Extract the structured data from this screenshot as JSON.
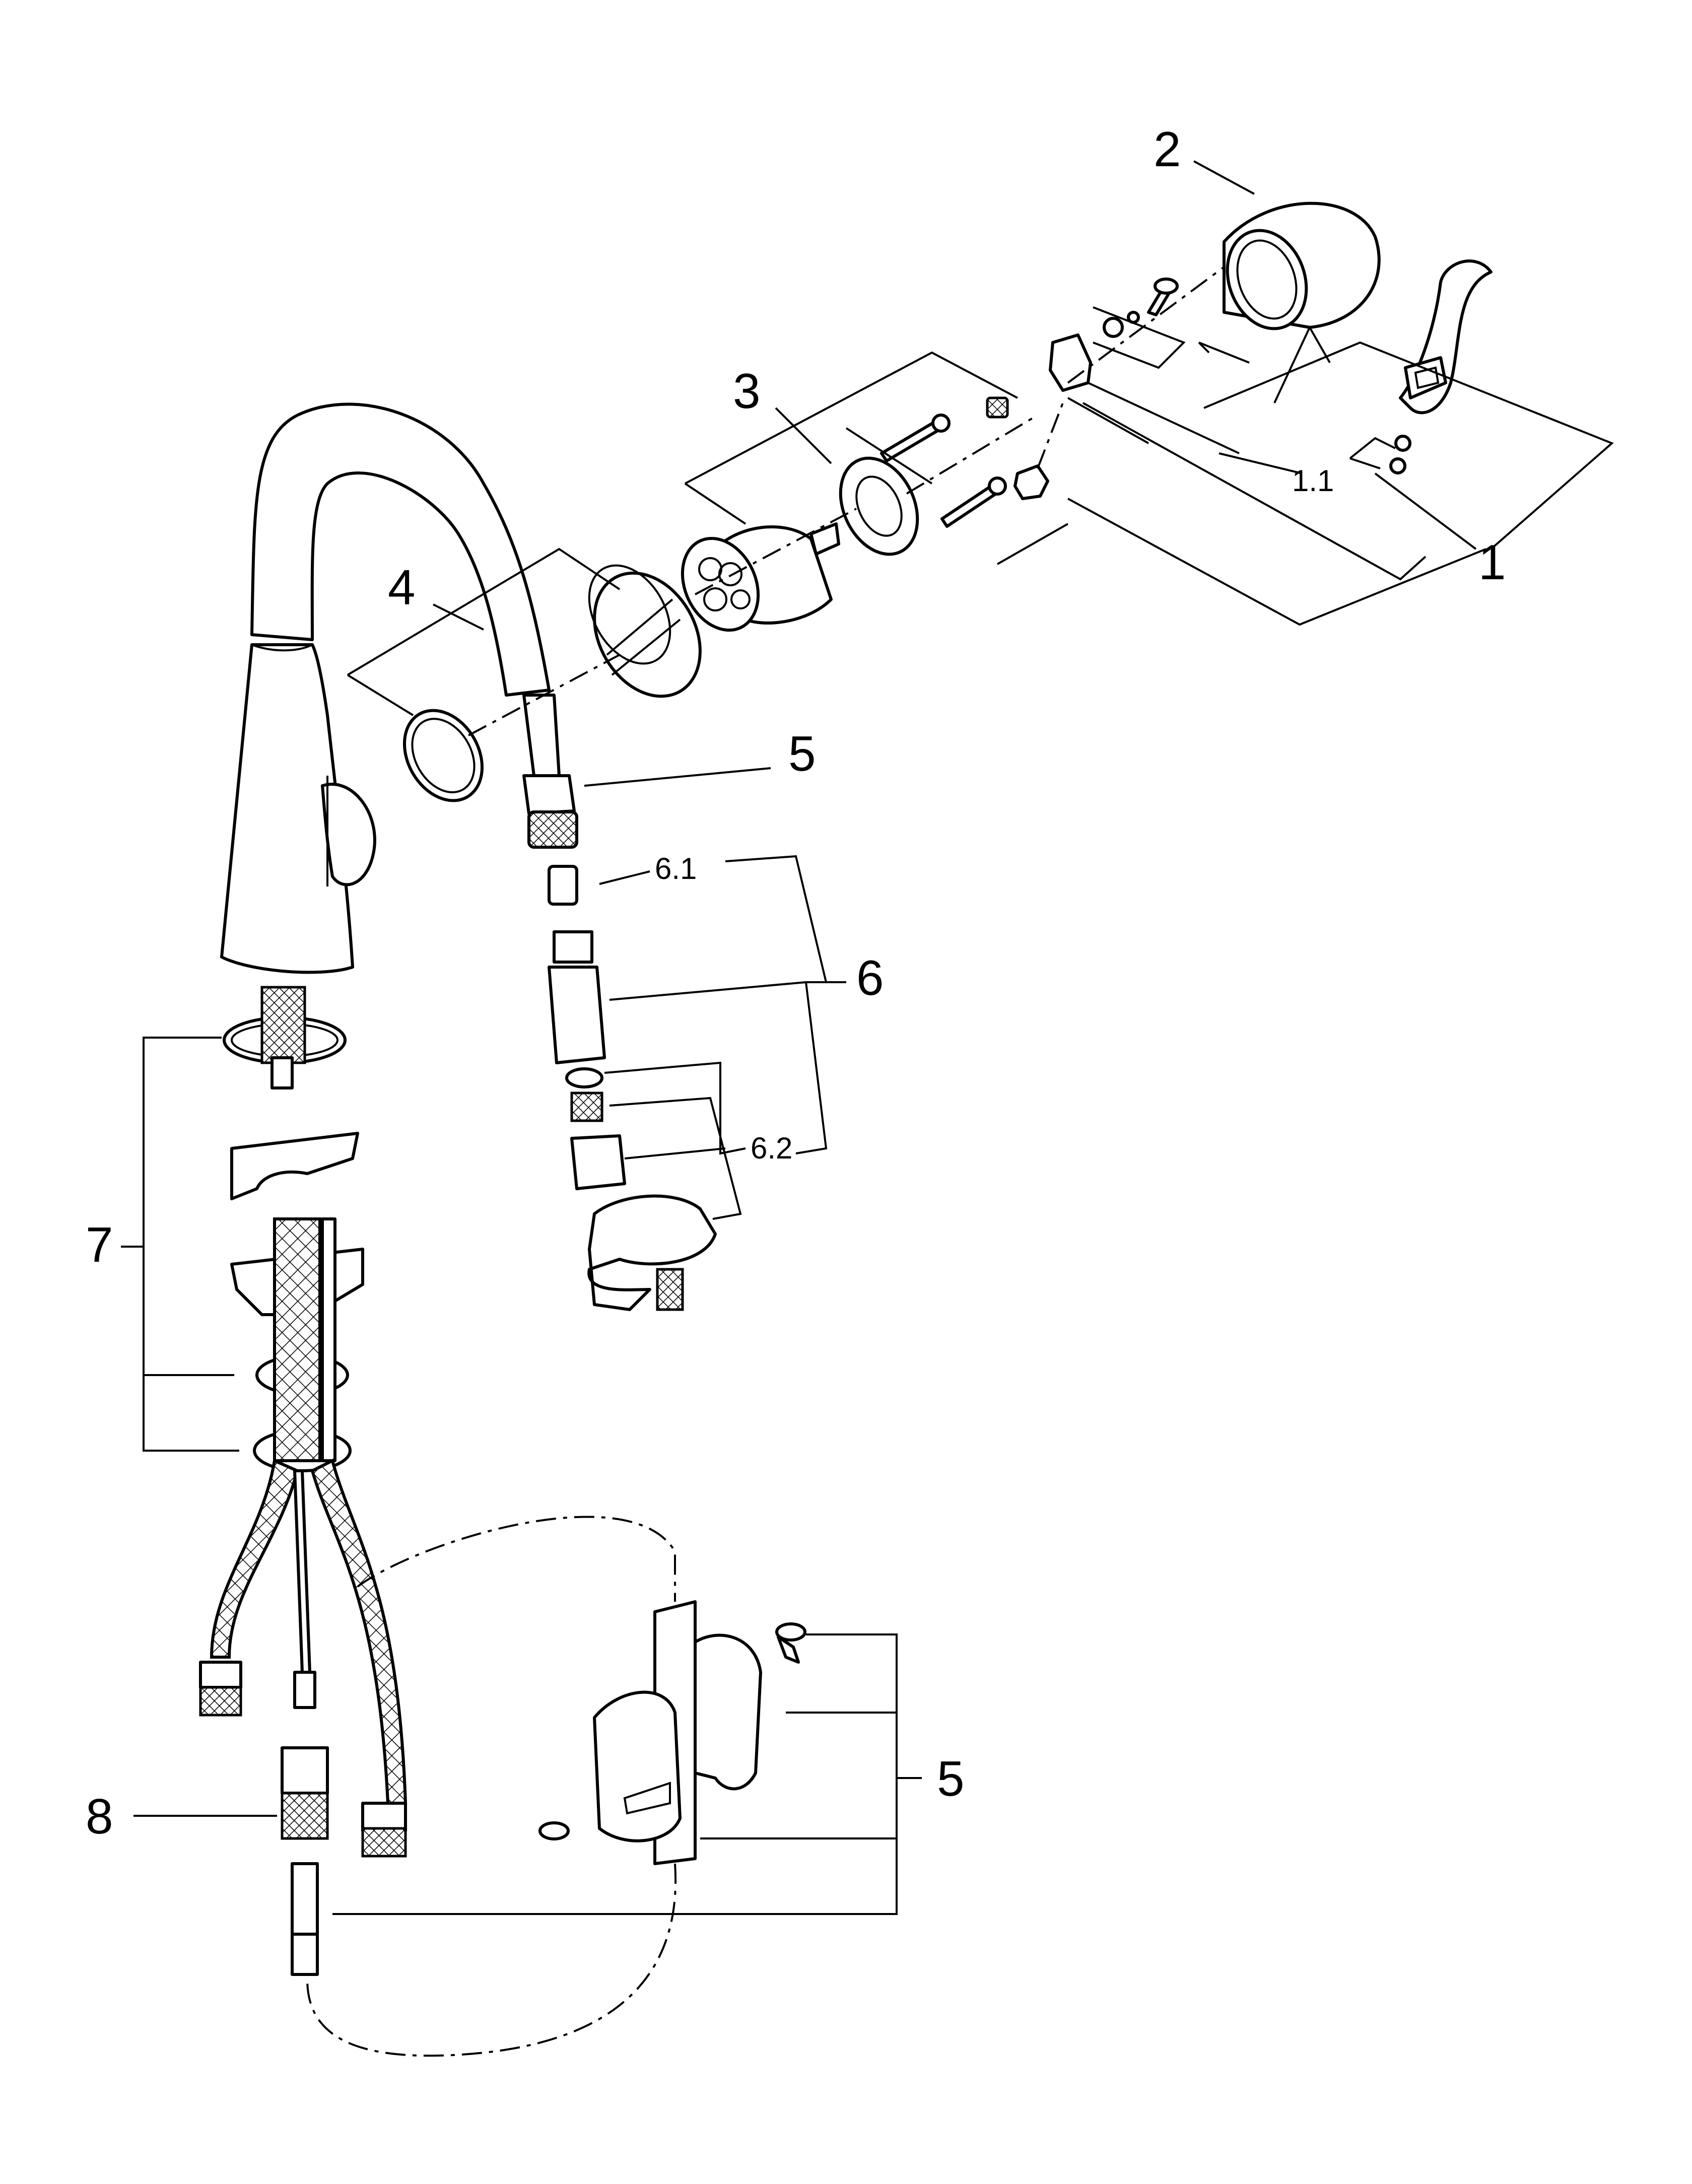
{
  "callouts": {
    "c1": "1",
    "c1_1": "1.1",
    "c2": "2",
    "c3": "3",
    "c4": "4",
    "c5_top": "5",
    "c6": "6",
    "c6_1": "6.1",
    "c6_2": "6.2",
    "c7": "7",
    "c8": "8",
    "c5_bottom": "5"
  }
}
